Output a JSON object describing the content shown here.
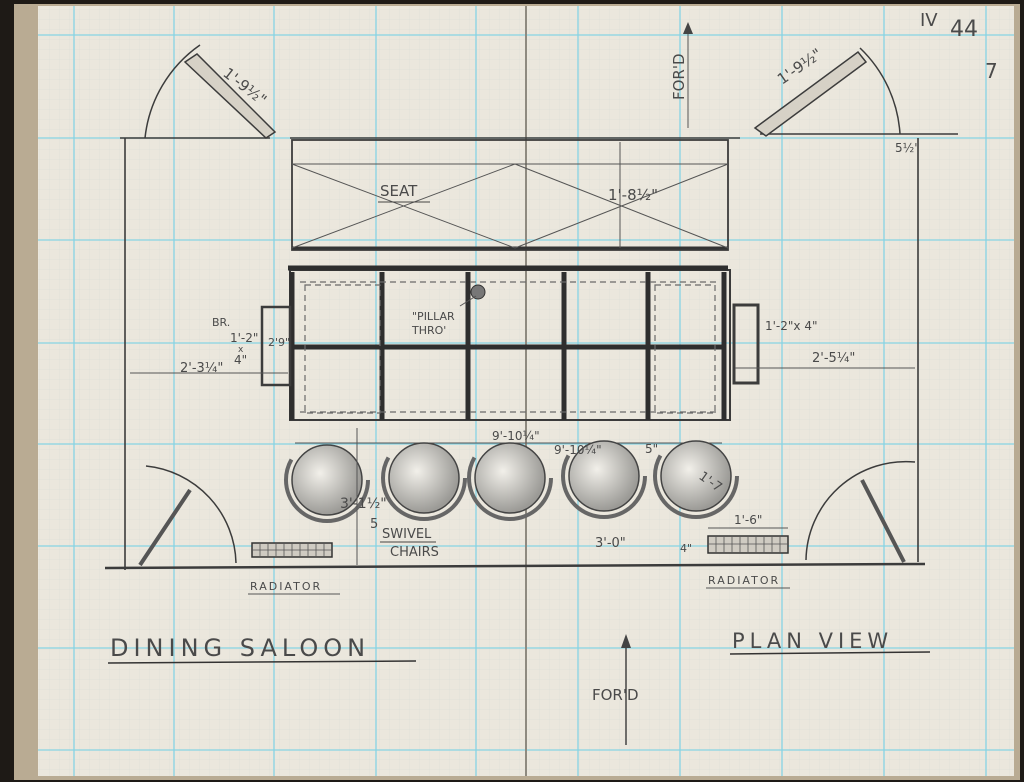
{
  "page_number": {
    "roman": "IV",
    "arabic": "44",
    "sub": "7"
  },
  "title": "DINING SALOON",
  "subtitle": "PLAN VIEW",
  "forward_top": "FOR'D",
  "forward_bottom": "FOR'D",
  "labels": {
    "seat": "SEAT",
    "pillar": "\"PILLAR",
    "pillar2": "THRO'",
    "br": "BR.",
    "swivel": "SWIVEL",
    "chairs": "CHAIRS",
    "radiator_left": "RADIATOR",
    "radiator_right": "RADIATOR"
  },
  "dimensions": {
    "door_left": "1'-9½\"",
    "door_right": "1'-9½\"",
    "right_gap": "5½\"",
    "seat_depth": "1'-8½\"",
    "window_left": "1'-2\"",
    "window_left_x": "x",
    "window_left_b": "4\"",
    "window_left_h": "2'9\"",
    "left_clear": "2'-3¼\"",
    "window_right": "1'-2\"x 4\"",
    "right_clear": "2'-5¼\"",
    "table_len": "9'-10¼\"",
    "table_len2": "9'-10¼\"",
    "chair_gap": "5\"",
    "chair_dia": "1'-7",
    "chair_depth": "3'-1½\"",
    "chair_depth2": "5",
    "chair_span": "3'-0\"",
    "radiator_len": "1'-6\"",
    "radiator_h": "4\""
  },
  "colors": {
    "paper": "#ebe7dd",
    "grid": "#7fd3e3",
    "pencil": "#3c3c3c"
  }
}
